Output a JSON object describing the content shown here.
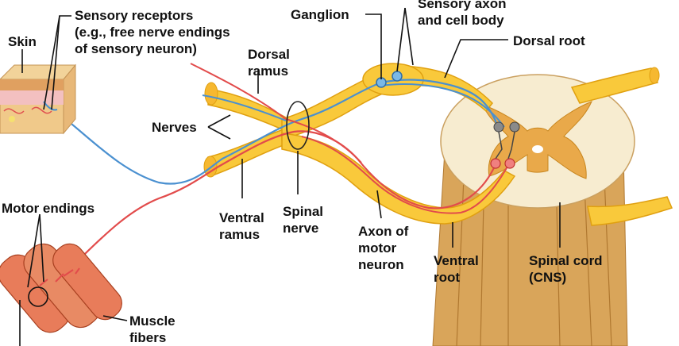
{
  "labels": {
    "skin": "Skin",
    "sensory_receptors": [
      "Sensory receptors",
      "(e.g., free nerve endings",
      "of sensory neuron)"
    ],
    "dorsal_ramus": [
      "Dorsal",
      "ramus"
    ],
    "ganglion": "Ganglion",
    "sensory_axon": [
      "Sensory axon",
      "and cell body"
    ],
    "dorsal_root": "Dorsal root",
    "nerves": "Nerves",
    "motor_endings": "Motor endings",
    "ventral_ramus": [
      "Ventral",
      "ramus"
    ],
    "spinal_nerve": [
      "Spinal",
      "nerve"
    ],
    "axon_motor": [
      "Axon of",
      "motor",
      "neuron"
    ],
    "ventral_root": [
      "Ventral",
      "root"
    ],
    "spinal_cord": [
      "Spinal cord",
      "(CNS)"
    ],
    "muscle_fibers": [
      "Muscle",
      "fibers"
    ]
  },
  "colors": {
    "nerve_fill": "#f9c93b",
    "nerve_outline": "#e0a010",
    "sensory_axon": "#4a90d0",
    "motor_axon": "#e24b4b",
    "grey_matter": "#e9a94a",
    "white_matter": "#f7ecd0",
    "cord_body": "#d9a55a",
    "muscle": "#e87c5a",
    "skin": "#f0c98a"
  }
}
